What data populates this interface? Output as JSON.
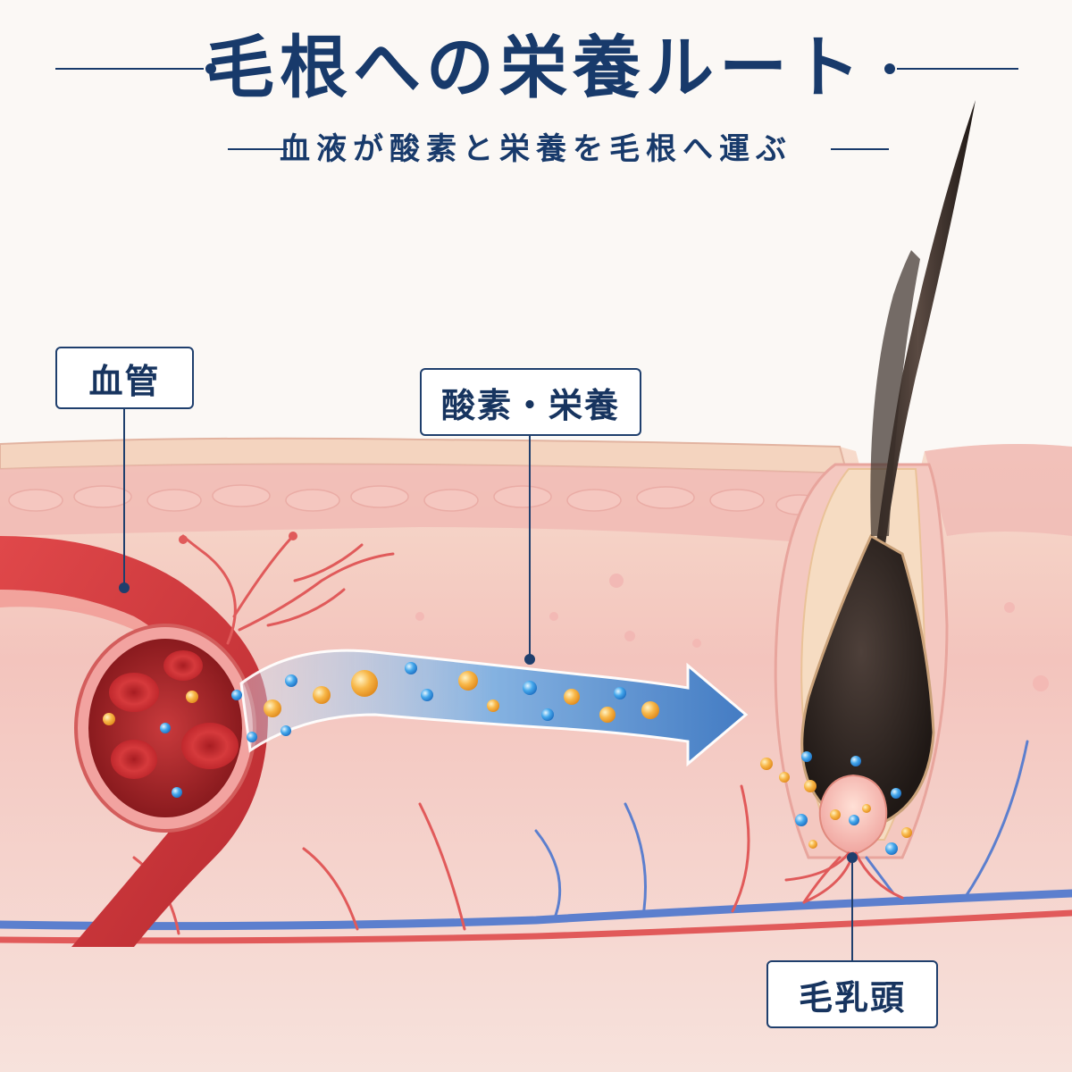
{
  "title": "毛根への栄養ルート",
  "subtitle": "血液が酸素と栄養を毛根へ運ぶ",
  "labels": {
    "blood_vessel": "血管",
    "oxygen_nutrients": "酸素・栄養",
    "dermal_papilla": "毛乳頭"
  }
}
